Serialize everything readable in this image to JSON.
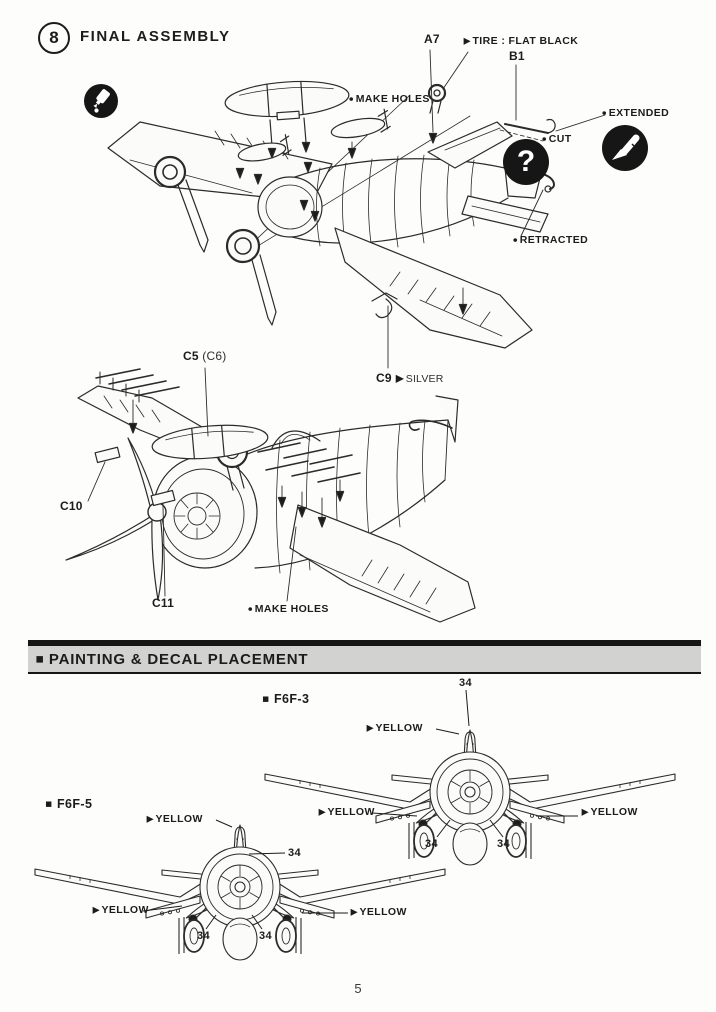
{
  "step": {
    "number": "8",
    "title": "FINAL ASSEMBLY"
  },
  "markers": {
    "dot": "●",
    "arrow": "▶",
    "square": "■"
  },
  "icons": {
    "question": "?",
    "glue": "glue-bottle",
    "knife": "hobby-knife"
  },
  "assembly": {
    "make_holes_top": "MAKE HOLES",
    "part_a7": "A7",
    "tire_note": "TIRE : FLAT BLACK",
    "part_b1": "B1",
    "extended": "EXTENDED",
    "cut": "CUT",
    "retracted": "RETRACTED",
    "part_c9": "C9",
    "c9_color": "SILVER",
    "part_c5": "C5",
    "part_c5_alt": "(C6)",
    "part_c10": "C10",
    "part_c11": "C11",
    "make_holes_bottom": "MAKE HOLES"
  },
  "painting": {
    "title": "PAINTING & DECAL PLACEMENT",
    "f6f3": "F6F-3",
    "f6f5": "F6F-5",
    "yellow": "YELLOW",
    "decal_34": "34"
  },
  "page": {
    "number": "5"
  },
  "colors": {
    "paper": "#fdfdfb",
    "ink": "#1c1c1c",
    "bar_gray": "#d2d2d0"
  }
}
